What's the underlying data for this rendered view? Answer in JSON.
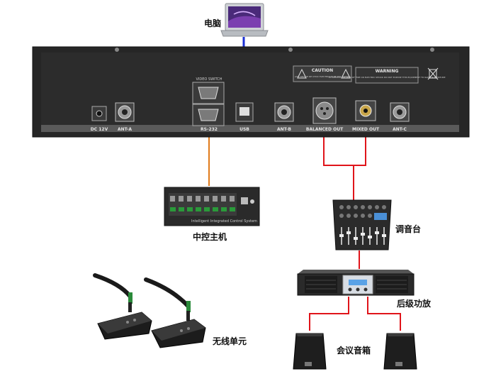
{
  "labels": {
    "computer": "电脑",
    "central_controller": "中控主机",
    "mixer": "调音台",
    "amplifier": "后级功放",
    "speakers": "会议音箱",
    "wireless_units": "无线单元"
  },
  "rear_panel": {
    "ports": {
      "dc": "DC 12V",
      "ant_a": "ANT-A",
      "rs232": "RS-232",
      "usb": "USB",
      "ant_b": "ANT-B",
      "balanced_out": "BALANCED OUT",
      "mixed_out": "MIXED OUT",
      "ant_c": "ANT-C"
    },
    "video_switch": "VIDEO SWITCH",
    "caution_title": "CAUTION",
    "caution_text": "AVIS RISQUE DE CHOC ELECTRIQUE NE PAS OUVRIR",
    "warning_title": "WARNING",
    "warning_text": "TO REDUCE THE RISK OF FIRE OR ELECTRIC SHOCK DO NOT EXPOSE THIS EQUIPMENT TO RAIN OR MOISTURE"
  },
  "controller_caption": "Intelligent Integrated Control System",
  "colors": {
    "usb_cable": "#1a2fd6",
    "rs232_cable": "#e07a1a",
    "audio_cable": "#e0141a",
    "panel": "#2a2a2a",
    "panel_strip": "#5a5a5a"
  }
}
